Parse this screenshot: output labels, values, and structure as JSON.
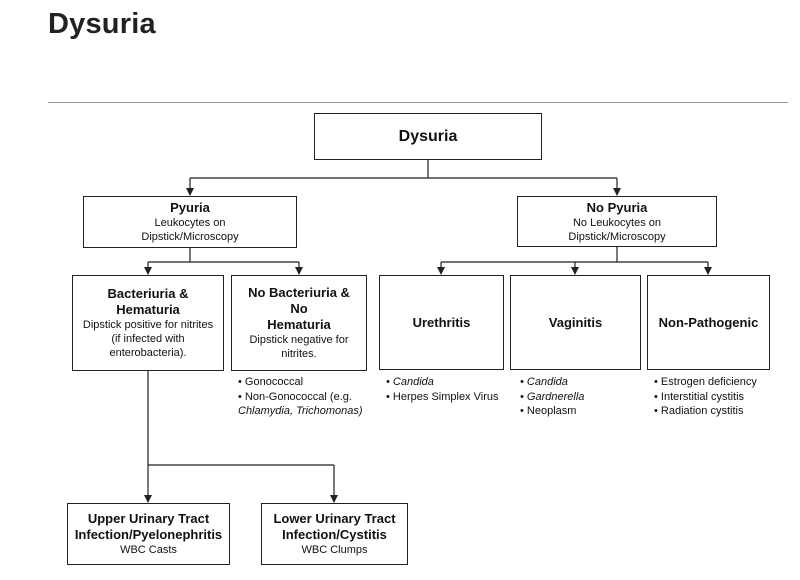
{
  "title": "Dysuria",
  "root": {
    "label": "Dysuria"
  },
  "pyuria": {
    "title": "Pyuria",
    "sub1": "Leukocytes on",
    "sub2": "Dipstick/Microscopy"
  },
  "no_pyuria": {
    "title": "No Pyuria",
    "sub1": "No Leukocytes on",
    "sub2": "Dipstick/Microscopy"
  },
  "bacteriuria": {
    "title1": "Bacteriuria &",
    "title2": "Hematuria",
    "sub1": "Dipstick positive for nitrites",
    "sub2": "(if infected with",
    "sub3": "enterobacteria)."
  },
  "no_bacteriuria": {
    "title1": "No Bacteriuria & No",
    "title2": "Hematuria",
    "sub1": "Dipstick negative for",
    "sub2": "nitrites.",
    "bullets": {
      "b1": "Gonococcal",
      "b2": "Non-Gonococcal (e.g.",
      "b3": "Chlamydia, Trichomonas)"
    }
  },
  "urethritis": {
    "title": "Urethritis",
    "bullets": {
      "b1": "Candida",
      "b2": "Herpes Simplex Virus"
    }
  },
  "vaginitis": {
    "title": "Vaginitis",
    "bullets": {
      "b1": "Candida",
      "b2": "Gardnerella",
      "b3": "Neoplasm"
    }
  },
  "non_pathogenic": {
    "title": "Non-Pathogenic",
    "bullets": {
      "b1": "Estrogen deficiency",
      "b2": "Interstitial cystitis",
      "b3": "Radiation cystitis"
    }
  },
  "upper_uti": {
    "title1": "Upper Urinary Tract",
    "title2": "Infection/Pyelonephritis",
    "sub": "WBC Casts"
  },
  "lower_uti": {
    "title1": "Lower Urinary Tract",
    "title2": "Infection/Cystitis",
    "sub": "WBC Clumps"
  }
}
